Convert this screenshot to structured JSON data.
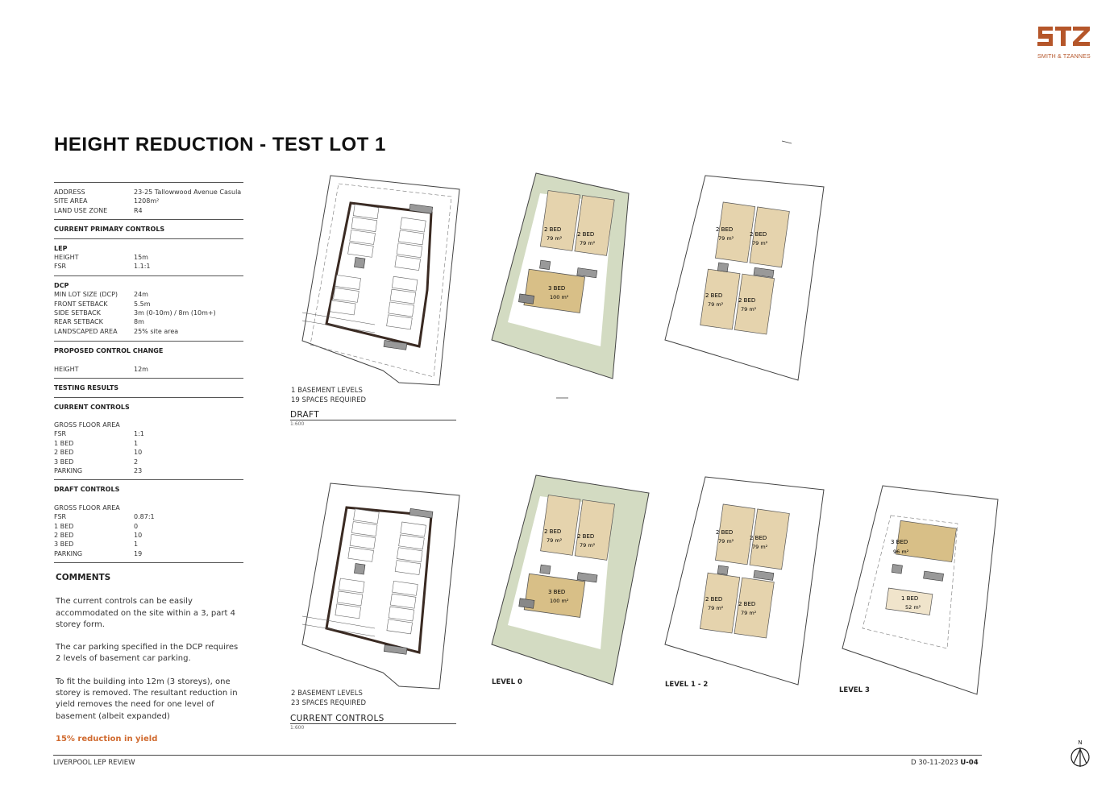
{
  "brand": {
    "logo_text": "SMITH & TZANNES",
    "accent": "#b5562a"
  },
  "title": "HEIGHT REDUCTION - TEST LOT 1",
  "site": {
    "address": [
      "ADDRESS",
      "23-25 Tallowwood Avenue Casula"
    ],
    "site_area": [
      "SITE AREA",
      "1208m²"
    ],
    "land_use": [
      "LAND USE ZONE",
      "R4"
    ]
  },
  "current_primary_controls": "CURRENT PRIMARY CONTROLS",
  "lep": {
    "heading": "LEP",
    "height": [
      "HEIGHT",
      "15m"
    ],
    "fsr": [
      "FSR",
      "1.1:1"
    ]
  },
  "dcp": {
    "heading": "DCP",
    "rows": [
      [
        "MIN LOT SIZE (DCP)",
        "24m"
      ],
      [
        "FRONT SETBACK",
        "5.5m"
      ],
      [
        "SIDE SETBACK",
        "3m (0-10m) / 8m (10m+)"
      ],
      [
        "REAR SETBACK",
        "8m"
      ],
      [
        "LANDSCAPED AREA",
        "25% site area"
      ]
    ]
  },
  "proposed": {
    "heading": "PROPOSED CONTROL CHANGE",
    "height": [
      "HEIGHT",
      "12m"
    ]
  },
  "testing_results": "TESTING RESULTS",
  "current_controls": {
    "heading": "CURRENT CONTROLS",
    "gfa": "GROSS FLOOR AREA",
    "rows": [
      [
        "FSR",
        "1:1"
      ],
      [
        "1 BED",
        "1"
      ],
      [
        "2 BED",
        "10"
      ],
      [
        "3 BED",
        "2"
      ],
      [
        "PARKING",
        "23"
      ]
    ]
  },
  "draft_controls": {
    "heading": "DRAFT CONTROLS",
    "gfa": "GROSS FLOOR AREA",
    "rows": [
      [
        "FSR",
        "0.87:1"
      ],
      [
        "1 BED",
        "0"
      ],
      [
        "2 BED",
        "10"
      ],
      [
        "3 BED",
        "1"
      ],
      [
        "PARKING",
        "19"
      ]
    ]
  },
  "comments": {
    "heading": "COMMENTS",
    "p1": "The current controls can be easily accommodated on the site within a 3, part 4 storey form.",
    "p2": "The car parking specified in the DCP requires 2 levels of basement car parking.",
    "p3": "To fit the building into 12m (3 storeys), one storey is removed. The resultant reduction in yield removes the need for one level of basement (albeit expanded)",
    "highlight": "15% reduction in yield",
    "highlight_color": "#d06a2f"
  },
  "draft_plan": {
    "basement_levels": "1 BASEMENT LEVELS",
    "spaces": "19 SPACES REQUIRED",
    "title": "DRAFT",
    "scale": "1:600"
  },
  "current_plan": {
    "basement_levels": "2 BASEMENT LEVELS",
    "spaces": "23 SPACES REQUIRED",
    "title": "CURRENT CONTROLS",
    "scale": "1:600"
  },
  "levels": {
    "l0": "LEVEL 0",
    "l12": "LEVEL 1 - 2",
    "l3": "LEVEL 3"
  },
  "units": {
    "two_bed": "2 BED",
    "two_bed_area": "79 m²",
    "three_bed": "3 BED",
    "three_bed_area": "100 m²",
    "one_bed": "1 BED",
    "one_bed_area": "52 m²",
    "level3_area": "96 m²"
  },
  "colors": {
    "landscape": "#d3dbc2",
    "unit": "#e5d3ad",
    "unit_dark": "#d8bf87"
  },
  "footer": {
    "left": "LIVERPOOL LEP REVIEW",
    "date": "D 30-11-2023",
    "code": "U-04"
  },
  "north_label": "N"
}
